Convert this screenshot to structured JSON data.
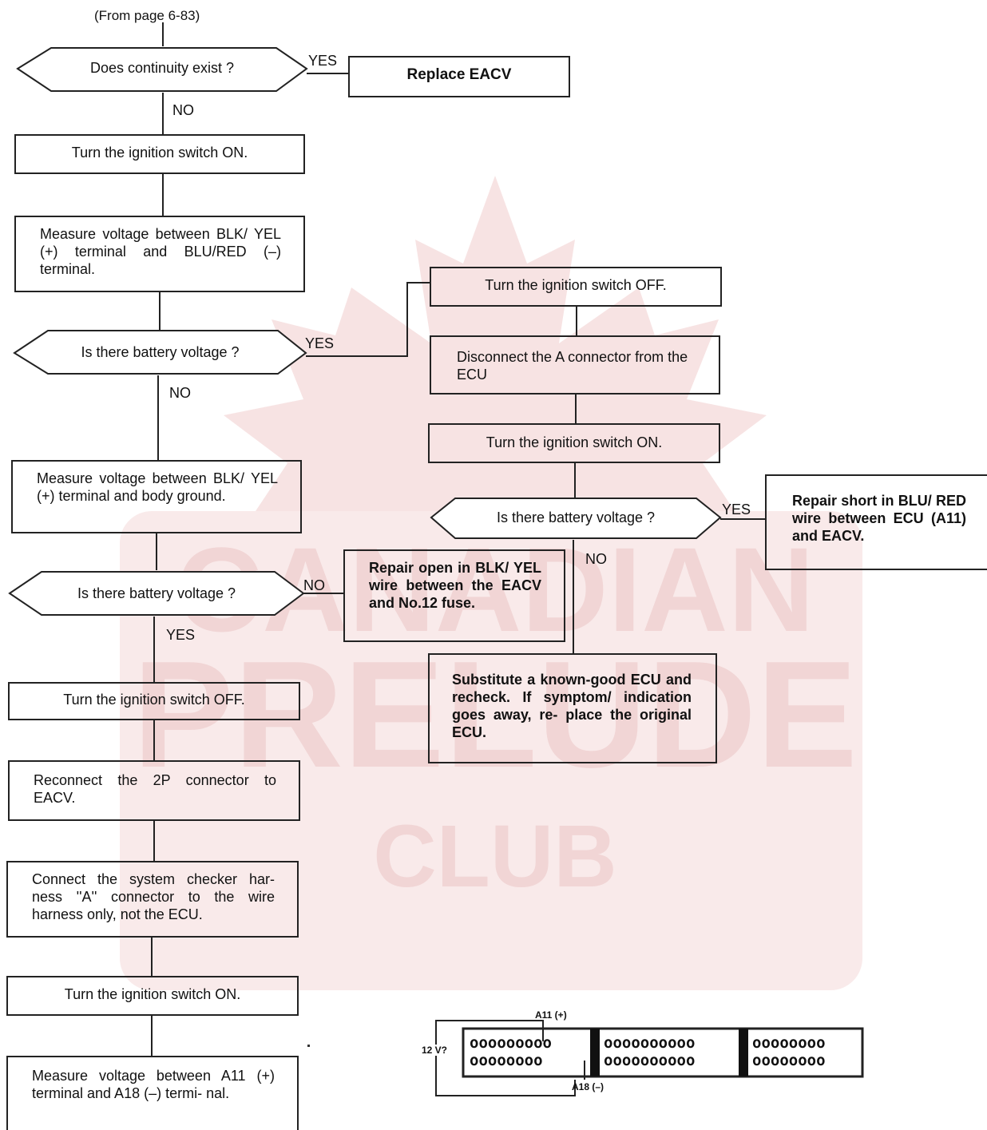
{
  "header_ref": "(From page 6-83)",
  "labels": {
    "yes": "YES",
    "no": "NO"
  },
  "nodes": {
    "q_continuity": "Does continuity exist ?",
    "replace_eacv": "Replace EACV",
    "ign_on_1": "Turn the ignition switch ON.",
    "measure_1": "Measure voltage between BLK/ YEL (+) terminal and BLU/RED (–) terminal.",
    "q_batt_1": "Is there battery voltage ?",
    "measure_2": "Measure voltage between BLK/ YEL (+) terminal and body ground.",
    "q_batt_2": "Is there battery voltage ?",
    "repair_open": "Repair open in BLK/ YEL wire between the EACV and No.12 fuse.",
    "ign_off_1": "Turn the ignition switch OFF.",
    "reconnect_2p": "Reconnect the 2P connector to EACV.",
    "connect_checker": "Connect the system checker har- ness ''A'' connector to the wire harness only, not the ECU.",
    "ign_on_3": "Turn the ignition switch ON.",
    "measure_3": "Measure voltage between A11 (+) terminal and A18 (–) termi- nal.",
    "ign_off_r": "Turn the ignition switch OFF.",
    "disconnect_a": "Disconnect the A connector from the ECU",
    "ign_on_r": "Turn the ignition switch ON.",
    "q_batt_r": "Is there battery voltage ?",
    "repair_short": "Repair short in BLU/ RED wire between ECU (A11) and EACV.",
    "substitute_ecu": "Substitute a known-good ECU and recheck. If symptom/ indication goes away, re- place the original ECU."
  },
  "connector": {
    "pin_plus": "A11 (+)",
    "pin_minus": "A18 (–)",
    "meter": "12 V?",
    "rows": {
      "left_top": "ooooooooo",
      "left_bottom": "oooooooo",
      "mid_top": "oooooooooo",
      "mid_bottom": "oooooooooo",
      "right_top": "oooooooo",
      "right_bottom": "oooooooo"
    }
  },
  "watermark_text": [
    "CANADIAN",
    "PRELUDE",
    "CLUB"
  ],
  "colors": {
    "ink": "#111111",
    "watermark": "#f4dcdc"
  }
}
